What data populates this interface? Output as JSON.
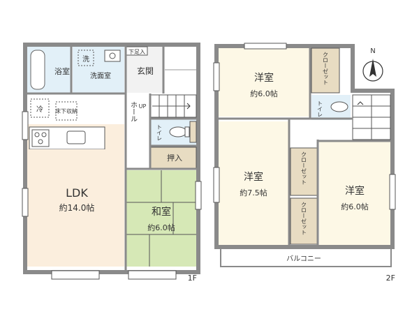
{
  "floor1": {
    "label": "1F",
    "ldk": {
      "name": "LDK",
      "size": "約14.0帖"
    },
    "washitsu": {
      "name": "和室",
      "size": "約6.0帖"
    },
    "bath": "浴室",
    "sen": "洗",
    "senmen": "洗面室",
    "genkan": "玄関",
    "getabako": "下足入",
    "hall": "ホール",
    "up": "UP",
    "toilet": "トイレ",
    "oshiire": "押入",
    "fridge": "冷",
    "yukashita": "床下収納"
  },
  "floor2": {
    "label": "2F",
    "room_top": {
      "name": "洋室",
      "size": "約6.0帖"
    },
    "room_left": {
      "name": "洋室",
      "size": "約7.5帖"
    },
    "room_right": {
      "name": "洋室",
      "size": "約6.0帖"
    },
    "closet": "クローゼット",
    "toilet": "トイレ",
    "balcony": "バルコニー"
  },
  "compass": "N",
  "colors": {
    "wall": "#8a8a8a",
    "ldk_floor": "#fbeedd",
    "washitsu_floor": "#d6e8b6",
    "wet_area": "#e2f0f8",
    "western_floor": "#fdf8e6",
    "closet": "#e8dcc2",
    "entrance": "#f2f2f2"
  }
}
